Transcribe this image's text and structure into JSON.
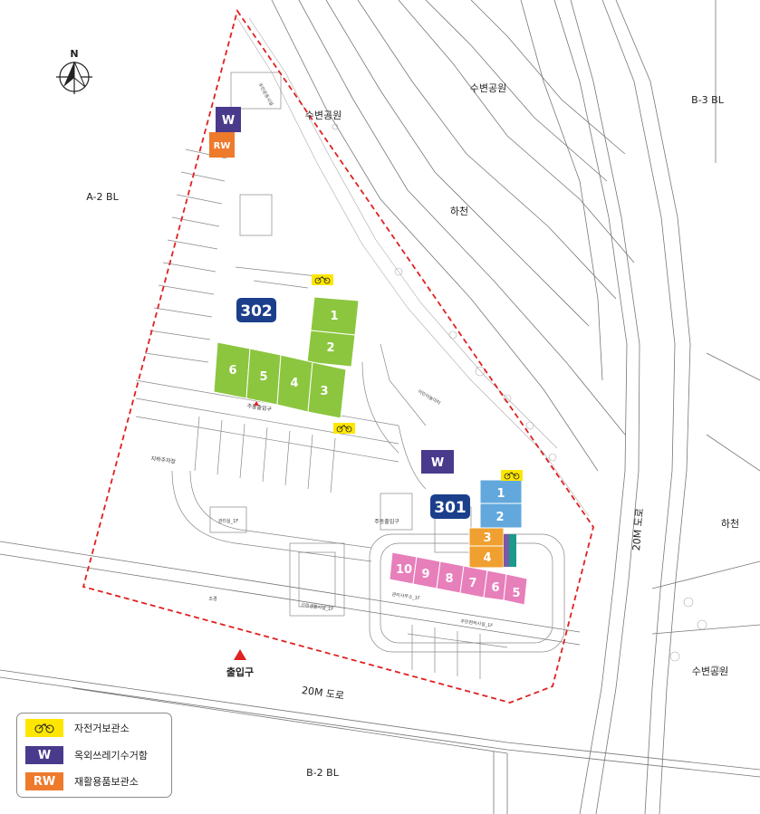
{
  "colors": {
    "bike": "#ffe600",
    "waste": "#4a3a8c",
    "recycle": "#ee7a2c",
    "green_units": "#8cc63f",
    "blue_units": "#62a8dc",
    "orange_units": "#f0a030",
    "pink_units": "#e77fbb",
    "building_label": "#1b3f8b",
    "site_boundary": "#e02020"
  },
  "compass": {
    "label": "N",
    "icon": "north-arrow-icon"
  },
  "areas": {
    "a2": "A-2 BL",
    "b3": "B-3 BL",
    "b2": "B-2 BL",
    "park_top": "수변공원",
    "park_left": "수변공원",
    "park_right": "수변공원",
    "river_top": "하천",
    "river_right": "하천",
    "road_bottom": "20M 도로",
    "road_right": "20M 도로"
  },
  "buildings": [
    {
      "id": "302",
      "units": [
        "1",
        "2",
        "6",
        "5",
        "4",
        "3"
      ]
    },
    {
      "id": "301",
      "units": [
        "1",
        "2",
        "3",
        "4",
        "10",
        "9",
        "8",
        "7",
        "6",
        "5"
      ]
    }
  ],
  "markers": {
    "waste_symbol": "W",
    "recycle_symbol": "RW",
    "bike_icon": "bicycle-icon"
  },
  "small_labels": {
    "main_entrance_302": "주동출입구",
    "main_entrance_301": "주동출입구",
    "parking_entrance": "지하주차장",
    "mgmt_office": "관리실_1F",
    "community_center": "근린생활시설_1F",
    "facility_a": "관리사무소_1F",
    "facility_b": "주민편의시설_1F",
    "playground": "어린이놀이터",
    "path_note": "조경",
    "residents_hall": "주민운동시설"
  },
  "entrance": {
    "label": "출입구"
  },
  "legend": {
    "items": [
      {
        "symbol": "",
        "label": "자전거보관소",
        "icon": "bicycle-icon"
      },
      {
        "symbol": "W",
        "label": "옥외쓰레기수거함"
      },
      {
        "symbol": "RW",
        "label": "재활용품보관소"
      }
    ]
  }
}
